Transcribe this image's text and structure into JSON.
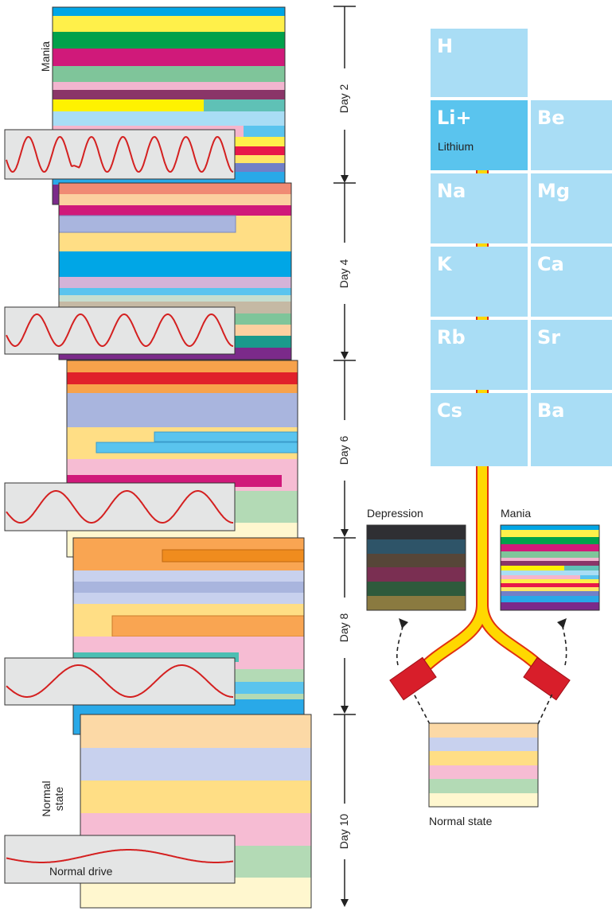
{
  "figure": {
    "left_labels": {
      "mania": "Mania",
      "normal_state": "Normal\nstate"
    },
    "days": [
      "Day 2",
      "Day 4",
      "Day 6",
      "Day 8",
      "Day 10"
    ],
    "normal_drive_label": "Normal drive",
    "periodic_table": {
      "cells": [
        {
          "symbol": "H",
          "name": ""
        },
        {
          "symbol": "Li+",
          "name": "Lithium"
        },
        {
          "symbol": "Be",
          "name": ""
        },
        {
          "symbol": "Na",
          "name": ""
        },
        {
          "symbol": "Mg",
          "name": ""
        },
        {
          "symbol": "K",
          "name": ""
        },
        {
          "symbol": "Ca",
          "name": ""
        },
        {
          "symbol": "Rb",
          "name": ""
        },
        {
          "symbol": "Sr",
          "name": ""
        },
        {
          "symbol": "Cs",
          "name": ""
        },
        {
          "symbol": "Ba",
          "name": ""
        }
      ]
    },
    "depression_label": "Depression",
    "mania_label": "Mania",
    "normal_state_label": "Normal state"
  },
  "colors": {
    "sine": "#d42020",
    "lithium_path": "#ffd800",
    "lithium_edge": "#e03010",
    "valve": "#d81e2a",
    "table_cell": "#a9ddf5",
    "lithium_cell": "#5ac4ee"
  }
}
